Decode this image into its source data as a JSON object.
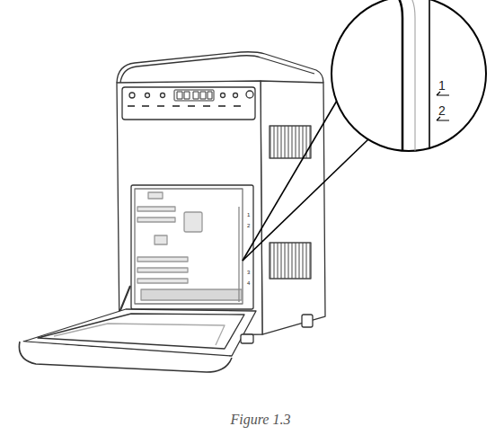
{
  "diagram": {
    "caption": "Figure 1.3",
    "labels": [
      "1",
      "2",
      "1",
      "2",
      "3",
      "4"
    ]
  }
}
